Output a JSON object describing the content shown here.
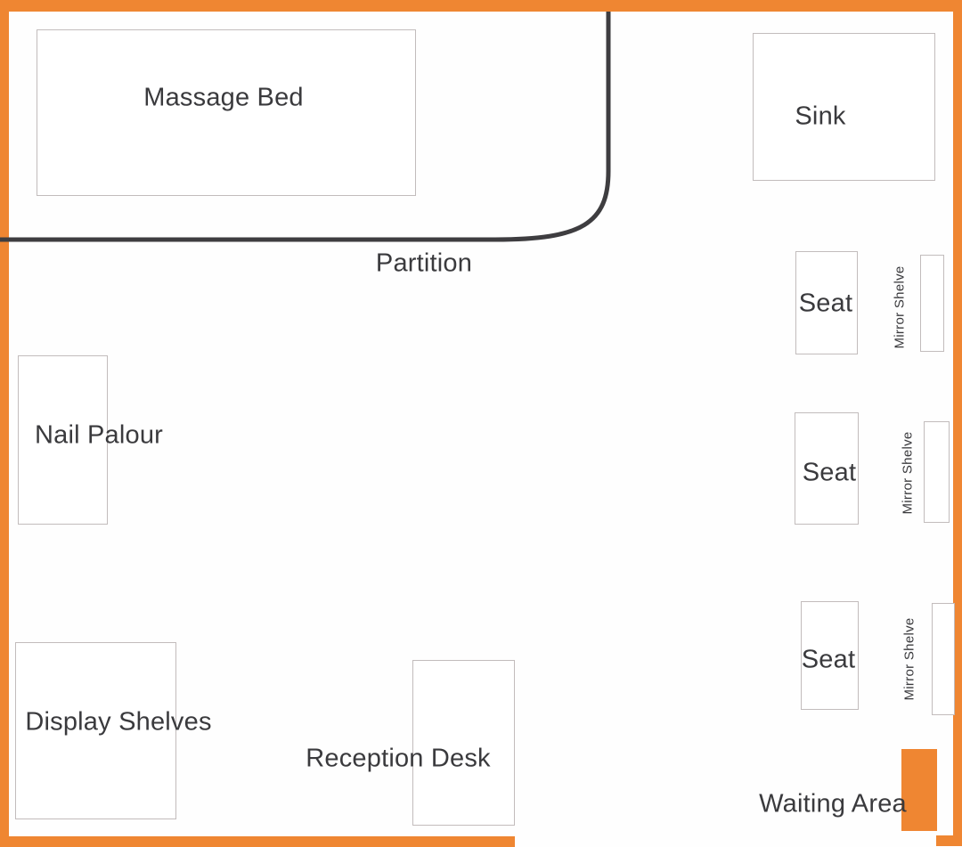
{
  "colors": {
    "wall": "#EF8632",
    "partition": "#3E3D40",
    "text": "#3A3A3D",
    "outline": "#C2BCBC"
  },
  "furniture": {
    "massage_bed": {
      "label": "Massage Bed"
    },
    "sink": {
      "label": "Sink"
    },
    "nail_parlour": {
      "label": "Nail Palour"
    },
    "display_shelves": {
      "label": "Display Shelves"
    },
    "reception_desk": {
      "label": "Reception Desk"
    },
    "seats": [
      {
        "label": "Seat"
      },
      {
        "label": "Seat"
      },
      {
        "label": "Seat"
      }
    ],
    "mirror_shelves": [
      {
        "label": "Mirror Shelve"
      },
      {
        "label": "Mirror Shelve"
      },
      {
        "label": "Mirror Shelve"
      }
    ]
  },
  "areas": {
    "partition": {
      "label": "Partition"
    },
    "waiting_area": {
      "label": "Waiting Area"
    }
  }
}
